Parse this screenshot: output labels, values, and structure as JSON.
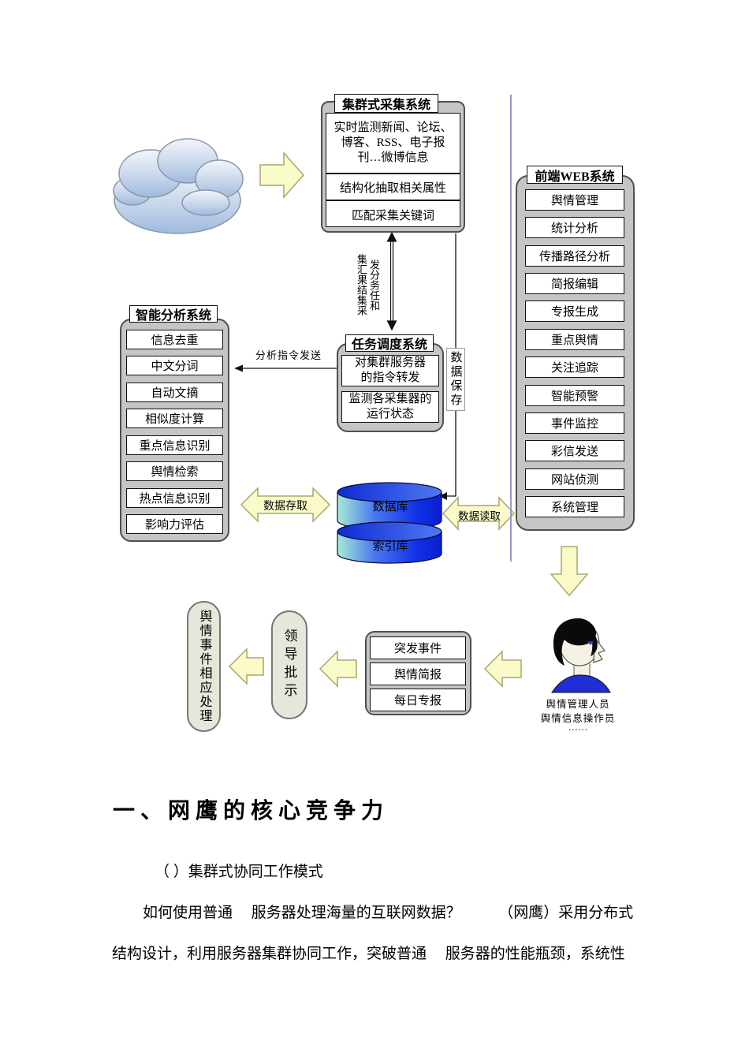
{
  "colors": {
    "arrow_fill": "#FBFBC9",
    "arrow_stroke": "#A8A76C",
    "container_gray": "#C5C5C5",
    "db_blue": "#1232E8",
    "db_aqua": "#A6EBD6",
    "pill_green": "#E3E8DA",
    "separator_line": "#9898CC",
    "person_shirt": "#1F2FD4"
  },
  "diagram": {
    "collection": {
      "title": "集群式采集系统",
      "items": [
        "实时监测新闻、论坛、\n博客、RSS、电子报\n刊…微博信息",
        "结构化抽取相关属性",
        "匹配采集关键词"
      ]
    },
    "web": {
      "title": "前端WEB系统",
      "items": [
        "舆情管理",
        "统计分析",
        "传播路径分析",
        "简报编辑",
        "专报生成",
        "重点舆情",
        "关注追踪",
        "智能预警",
        "事件监控",
        "彩信发送",
        "网站侦测",
        "系统管理"
      ]
    },
    "analysis": {
      "title": "智能分析系统",
      "items": [
        "信息去重",
        "中文分词",
        "自动文摘",
        "相似度计算",
        "重点信息识别",
        "舆情检索",
        "热点信息识别",
        "影响力评估"
      ]
    },
    "task": {
      "title": "任务调度系统",
      "items": [
        "对集群服务器\n的指令转发",
        "监测各采集器的\n运行状态"
      ]
    },
    "labels": {
      "dispatch_col_left": "集汇果结集采",
      "dispatch_col_right": "发分务任和",
      "analysis_send": "分析指令发送",
      "data_save": "数据保存",
      "data_access": "数据存取",
      "data_read": "数据读取"
    },
    "database": {
      "top": "数据库",
      "bottom": "索引库"
    },
    "reports": [
      "突发事件",
      "舆情简报",
      "每日专报"
    ],
    "leader_pill": "领导批示",
    "handle_pill": "舆情事件相应处理",
    "person": [
      "舆情管理人员",
      "舆情信息操作员",
      "……"
    ]
  },
  "document": {
    "heading": "一、网鹰的核心竞争力",
    "subheading": "（ ）集群式协同工作模式",
    "para_line1": "如何使用普通　 服务器处理海量的互联网数据？　　　（网鹰）采用分布式",
    "para_line2": "结构设计，利用服务器集群协同工作，突破普通　 服务器的性能瓶颈，系统性"
  }
}
